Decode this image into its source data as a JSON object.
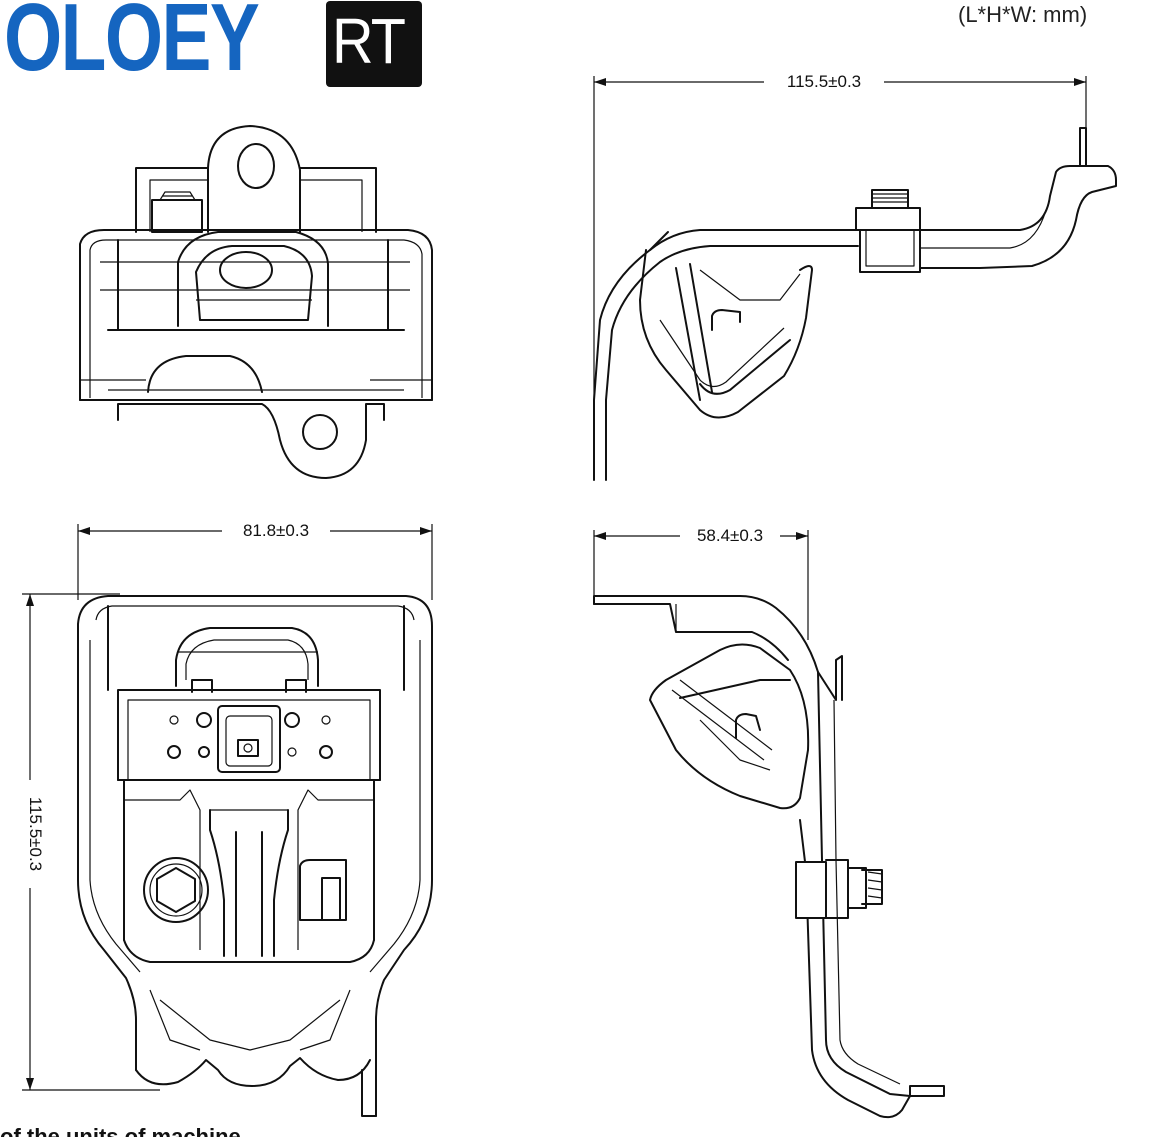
{
  "brand": {
    "logo_text": "OLOEY",
    "logo_box_text": "RT"
  },
  "units_label": "(L*H*W: mm)",
  "dimensions": {
    "side_length": "115.5±0.3",
    "front_width": "81.8±0.3",
    "front_height": "115.5±0.3",
    "right_width": "58.4±0.3"
  },
  "footer_text": "of the units of machine"
}
